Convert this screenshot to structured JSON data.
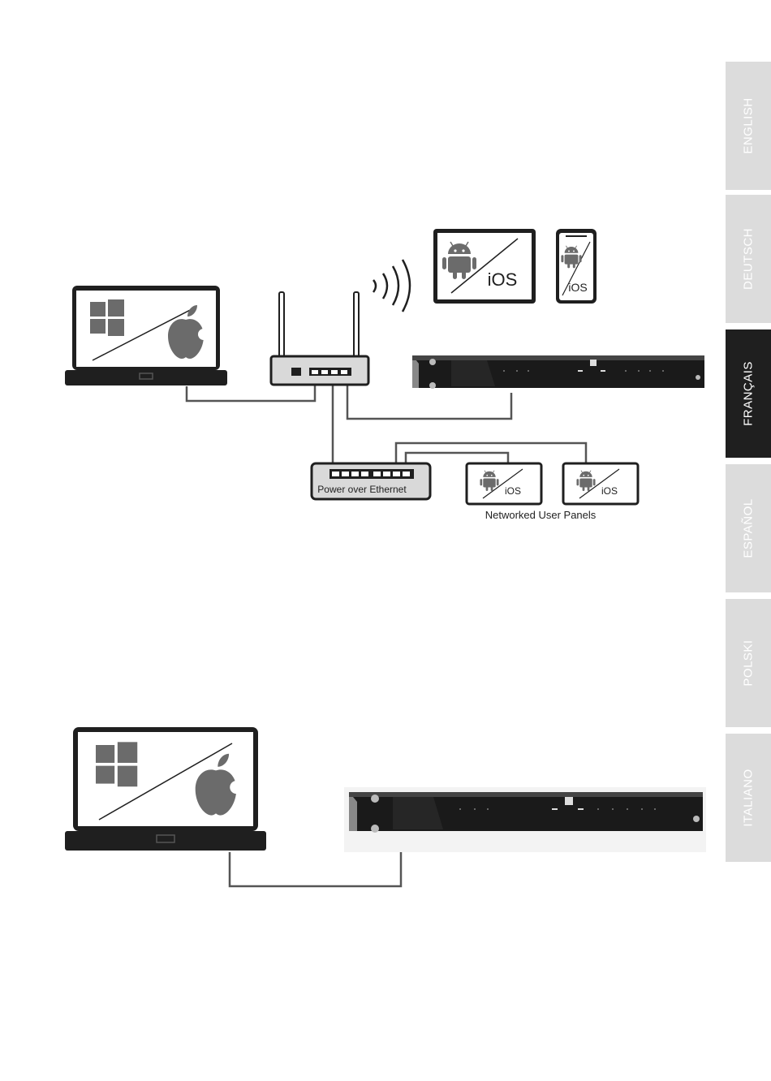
{
  "languages": [
    {
      "label": "ENGLISH",
      "active": false
    },
    {
      "label": "DEUTSCH",
      "active": false
    },
    {
      "label": "FRANÇAIS",
      "active": true
    },
    {
      "label": "ESPAÑOL",
      "active": false
    },
    {
      "label": "POLSKI",
      "active": false
    },
    {
      "label": "ITALIANO",
      "active": false
    }
  ],
  "diagram1": {
    "poe_label": "Power over Ethernet",
    "panels_label": "Networked User Panels",
    "tablet_os": "iOS",
    "phone_os": "iOS",
    "panel1_os": "iOS",
    "panel2_os": "iOS"
  },
  "colors": {
    "device_dark": "#1f1f1f",
    "icon_grey": "#6b6b6b",
    "cable": "#555555",
    "tab_inactive": "#dcdcdc",
    "tab_active": "#1f1f1f"
  },
  "icons": [
    "windows-icon",
    "apple-icon",
    "android-icon",
    "wifi-icon",
    "router-icon",
    "amplifier-icon",
    "switch-icon"
  ]
}
